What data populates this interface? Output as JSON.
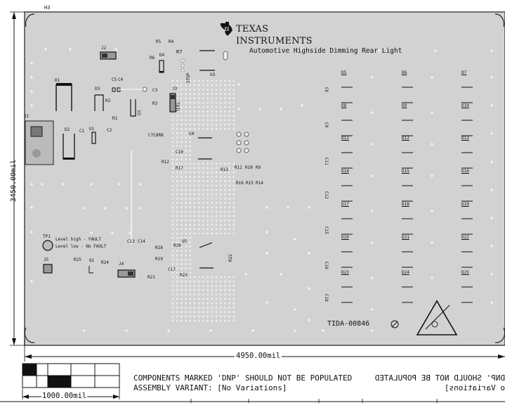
{
  "corner_label": "H3",
  "logo": {
    "line1": "TEXAS",
    "line2": "INSTRUMENTS",
    "subtitle": "Automotive Highside Dimming Rear Light"
  },
  "board_id": "TIDA-00846",
  "dimensions": {
    "width": "4950.00mil",
    "height": "3450.00mil",
    "scale": "1000.00mil"
  },
  "notes": {
    "line1": "COMPONENTS MARKED 'DNP' SHOULD NOT BE POPULATED",
    "line1_mirror": "DNP' SHOULD NOT BE POPULATED",
    "line2": "ASSEMBLY VARIANT: [No Variations]",
    "line2_mirror": "o Variations]"
  },
  "testpoint": {
    "name": "TP1",
    "line1": "Level high - FAULT",
    "line2": "Level low - No FAULT"
  },
  "refdes": {
    "J1": "J1",
    "J2": "J2",
    "J3": "J3",
    "J4": "J4",
    "J5": "J5",
    "U1": "U1",
    "U2": "U2",
    "U3": "U3",
    "U4": "U4",
    "U5": "U5",
    "D1": "D1",
    "D2": "D2",
    "D3": "D3",
    "D4": "D4",
    "C1": "C1",
    "C2": "C2",
    "C3": "C3",
    "C4": "C4",
    "C5": "C5",
    "C7C8R8": "C7C8R8",
    "C10": "C10",
    "C13": "C13",
    "C14": "C14",
    "C17": "C17",
    "R1": "R1",
    "R2": "R2",
    "R3": "R3",
    "R4": "R4",
    "R5": "R5",
    "R6": "R6",
    "R7": "R7",
    "R9": "R9",
    "R10": "R10",
    "R11": "R11",
    "R12": "R12",
    "R13": "R13",
    "R14": "R14",
    "R15": "R15",
    "R16": "R16",
    "R17": "R17",
    "R18": "R18",
    "R19": "R19",
    "R20": "R20",
    "R21": "R21",
    "R22": "R22",
    "R23": "R23",
    "R24": "R24",
    "R25": "R25",
    "Q1": "Q1",
    "STOP": "STOP",
    "TAIL": "TAIL",
    "C6": "C6",
    "C9": "C9",
    "C11": "C11",
    "C12": "C12",
    "C15": "C15",
    "C16": "C16",
    "C18": "C18"
  },
  "led_grid": [
    [
      "D5",
      "D6",
      "D7"
    ],
    [
      "D8",
      "D9",
      "D10"
    ],
    [
      "D11",
      "D12",
      "D13"
    ],
    [
      "D14",
      "D15",
      "D16"
    ],
    [
      "D17",
      "D18",
      "D19"
    ],
    [
      "D20",
      "D21",
      "D22"
    ],
    [
      "D23",
      "D24",
      "D25"
    ]
  ],
  "colors": {
    "board": "#d2d2d2",
    "board_edge": "#444444",
    "ink": "#111111",
    "dot": "#f2f2f2"
  }
}
